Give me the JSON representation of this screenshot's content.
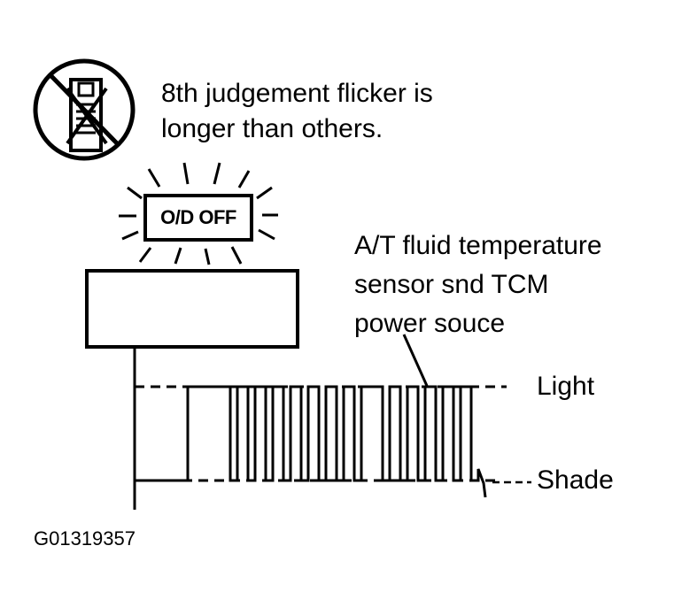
{
  "note": {
    "line1": "8th judgement flicker is",
    "line2": "longer than others."
  },
  "indicator": {
    "label": "O/D OFF",
    "icon": "od-off-lamp-flashing"
  },
  "sensor_label": {
    "line1": "A/T fluid temperature",
    "line2": "sensor snd TCM",
    "line3": "power souce"
  },
  "levels": {
    "light": "Light",
    "shade": "Shade"
  },
  "figure_id": "G01319357",
  "icons": {
    "prohibit": "prohibited-connector-icon"
  }
}
